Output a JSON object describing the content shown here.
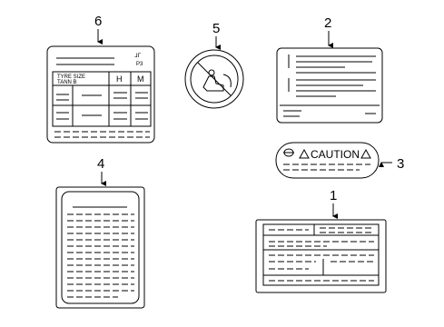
{
  "callouts": [
    {
      "number": "1"
    },
    {
      "number": "2"
    },
    {
      "number": "3"
    },
    {
      "number": "4"
    },
    {
      "number": "5"
    },
    {
      "number": "6"
    }
  ],
  "tire_label": {
    "header_code_top": "ᒧᒥ",
    "header_code_bottom": "P3",
    "table_header": "TYRE SIZE",
    "table_subheader": "TANN B",
    "col_h": "H",
    "col_m": "M"
  },
  "caution_label": {
    "text": "CAUTION"
  }
}
